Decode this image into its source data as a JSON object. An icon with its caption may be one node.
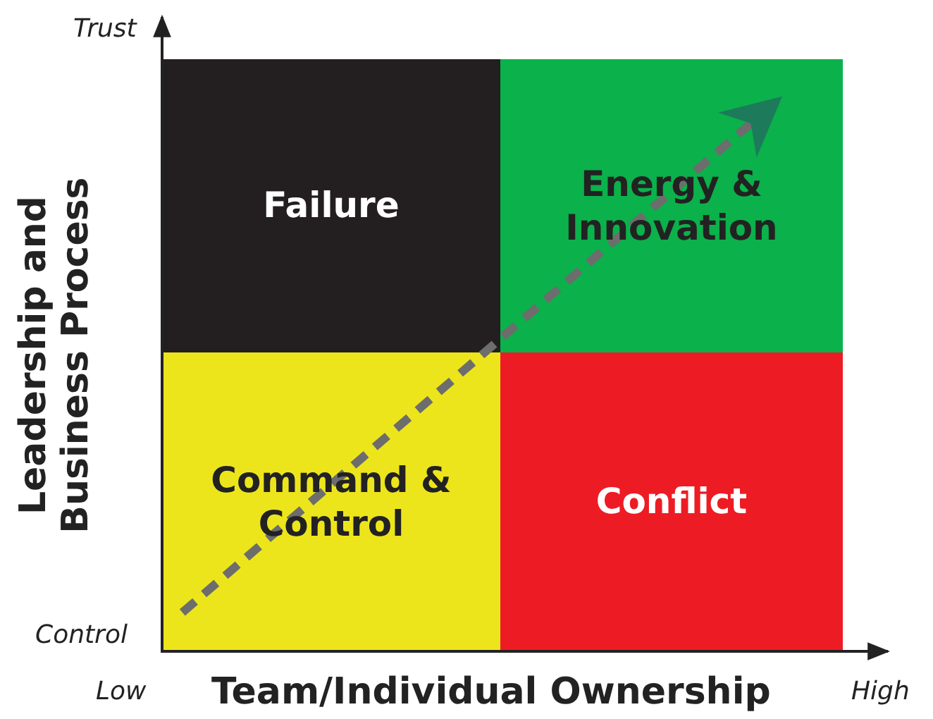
{
  "diagram": {
    "nodes": [
      {
        "text": [
          "Failure"
        ]
      },
      {
        "text": [
          "Energy & Innovation"
        ]
      },
      {
        "text": [
          "Command & Control"
        ]
      },
      {
        "text": [
          "Conflict"
        ]
      }
    ],
    "edges": [
      {
        "from": 2,
        "to": 1,
        "arrow": "to",
        "style": "dashed"
      }
    ],
    "labels": [
      "Trust",
      "Leadership and Business Process",
      "Control",
      "Low",
      "Team/Individual Ownership",
      "High"
    ]
  }
}
